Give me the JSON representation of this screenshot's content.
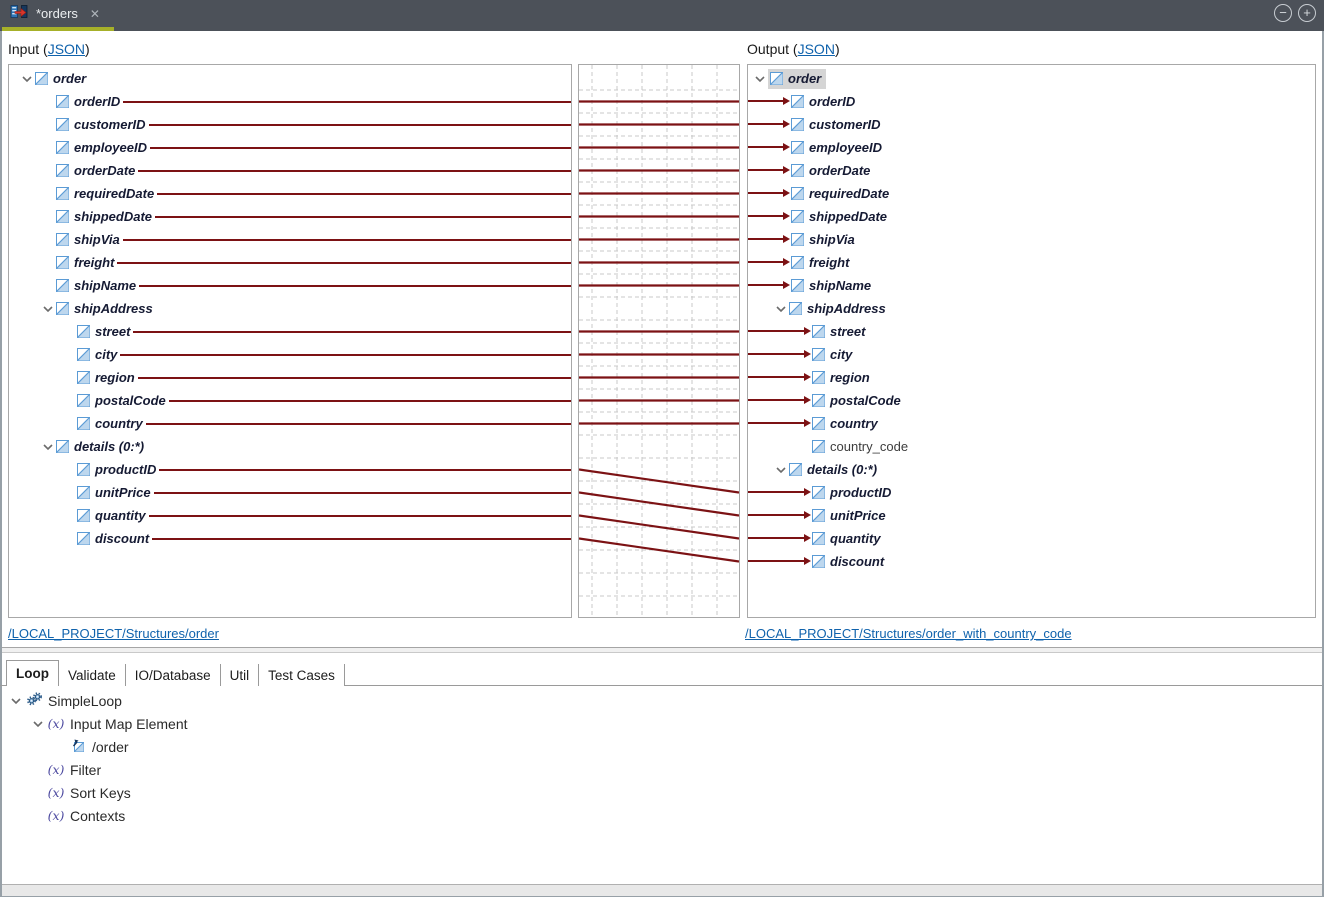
{
  "colors": {
    "map_line": "#7c1214",
    "accent_green": "#a6b029",
    "link_blue": "#0f62ac",
    "tree_text": "#151a33",
    "plain_text": "#3d3d3d",
    "selection_bg": "#d5d5d5",
    "tabbar_bg": "#4c5159"
  },
  "titlebar": {
    "tab_title": "*orders",
    "close_glyph": "✕",
    "zoom_out_glyph": "−",
    "zoom_in_glyph": "+"
  },
  "input_header": {
    "prefix": "Input (",
    "link": "JSON",
    "suffix": ")"
  },
  "output_header": {
    "prefix": "Output (",
    "link": "JSON",
    "suffix": ")"
  },
  "input_tree": [
    {
      "label": "order",
      "level": 0,
      "kind": "parent"
    },
    {
      "label": "orderID",
      "level": 1,
      "kind": "mapped"
    },
    {
      "label": "customerID",
      "level": 1,
      "kind": "mapped"
    },
    {
      "label": "employeeID",
      "level": 1,
      "kind": "mapped"
    },
    {
      "label": "orderDate",
      "level": 1,
      "kind": "mapped"
    },
    {
      "label": "requiredDate",
      "level": 1,
      "kind": "mapped"
    },
    {
      "label": "shippedDate",
      "level": 1,
      "kind": "mapped"
    },
    {
      "label": "shipVia",
      "level": 1,
      "kind": "mapped"
    },
    {
      "label": "freight",
      "level": 1,
      "kind": "mapped"
    },
    {
      "label": "shipName",
      "level": 1,
      "kind": "mapped"
    },
    {
      "label": "shipAddress",
      "level": 1,
      "kind": "parent"
    },
    {
      "label": "street",
      "level": 2,
      "kind": "mapped"
    },
    {
      "label": "city",
      "level": 2,
      "kind": "mapped"
    },
    {
      "label": "region",
      "level": 2,
      "kind": "mapped"
    },
    {
      "label": "postalCode",
      "level": 2,
      "kind": "mapped"
    },
    {
      "label": "country",
      "level": 2,
      "kind": "mapped"
    },
    {
      "label": "details (0:*)",
      "level": 1,
      "kind": "parent"
    },
    {
      "label": "productID",
      "level": 2,
      "kind": "mapped"
    },
    {
      "label": "unitPrice",
      "level": 2,
      "kind": "mapped"
    },
    {
      "label": "quantity",
      "level": 2,
      "kind": "mapped"
    },
    {
      "label": "discount",
      "level": 2,
      "kind": "mapped"
    }
  ],
  "output_tree": [
    {
      "label": "order",
      "level": 0,
      "kind": "parent",
      "selected": true
    },
    {
      "label": "orderID",
      "level": 1,
      "kind": "mapped"
    },
    {
      "label": "customerID",
      "level": 1,
      "kind": "mapped"
    },
    {
      "label": "employeeID",
      "level": 1,
      "kind": "mapped"
    },
    {
      "label": "orderDate",
      "level": 1,
      "kind": "mapped"
    },
    {
      "label": "requiredDate",
      "level": 1,
      "kind": "mapped"
    },
    {
      "label": "shippedDate",
      "level": 1,
      "kind": "mapped"
    },
    {
      "label": "shipVia",
      "level": 1,
      "kind": "mapped"
    },
    {
      "label": "freight",
      "level": 1,
      "kind": "mapped"
    },
    {
      "label": "shipName",
      "level": 1,
      "kind": "mapped"
    },
    {
      "label": "shipAddress",
      "level": 1,
      "kind": "parent"
    },
    {
      "label": "street",
      "level": 2,
      "kind": "mapped"
    },
    {
      "label": "city",
      "level": 2,
      "kind": "mapped"
    },
    {
      "label": "region",
      "level": 2,
      "kind": "mapped"
    },
    {
      "label": "postalCode",
      "level": 2,
      "kind": "mapped"
    },
    {
      "label": "country",
      "level": 2,
      "kind": "mapped"
    },
    {
      "label": "country_code",
      "level": 2,
      "kind": "plain"
    },
    {
      "label": "details (0:*)",
      "level": 1,
      "kind": "parent"
    },
    {
      "label": "productID",
      "level": 2,
      "kind": "mapped"
    },
    {
      "label": "unitPrice",
      "level": 2,
      "kind": "mapped"
    },
    {
      "label": "quantity",
      "level": 2,
      "kind": "mapped"
    },
    {
      "label": "discount",
      "level": 2,
      "kind": "mapped"
    }
  ],
  "footer_links": {
    "input": "/LOCAL_PROJECT/Structures/order",
    "output": "/LOCAL_PROJECT/Structures/order_with_country_code"
  },
  "bottom_tabs": [
    {
      "label": "Loop",
      "active": true
    },
    {
      "label": "Validate",
      "active": false
    },
    {
      "label": "IO/Database",
      "active": false
    },
    {
      "label": "Util",
      "active": false
    },
    {
      "label": "Test Cases",
      "active": false
    }
  ],
  "bottom_tree": [
    {
      "label": "SimpleLoop",
      "level": 0,
      "icon": "gears",
      "chevron": true
    },
    {
      "label": "Input Map Element",
      "level": 1,
      "icon": "fx",
      "chevron": true
    },
    {
      "label": "/order",
      "level": 2,
      "icon": "element-ref",
      "chevron": false
    },
    {
      "label": "Filter",
      "level": 1,
      "icon": "fx",
      "chevron": false
    },
    {
      "label": "Sort Keys",
      "level": 1,
      "icon": "fx",
      "chevron": false
    },
    {
      "label": "Contexts",
      "level": 1,
      "icon": "fx",
      "chevron": false
    }
  ],
  "icons": {
    "fx_glyph": "(x)"
  }
}
